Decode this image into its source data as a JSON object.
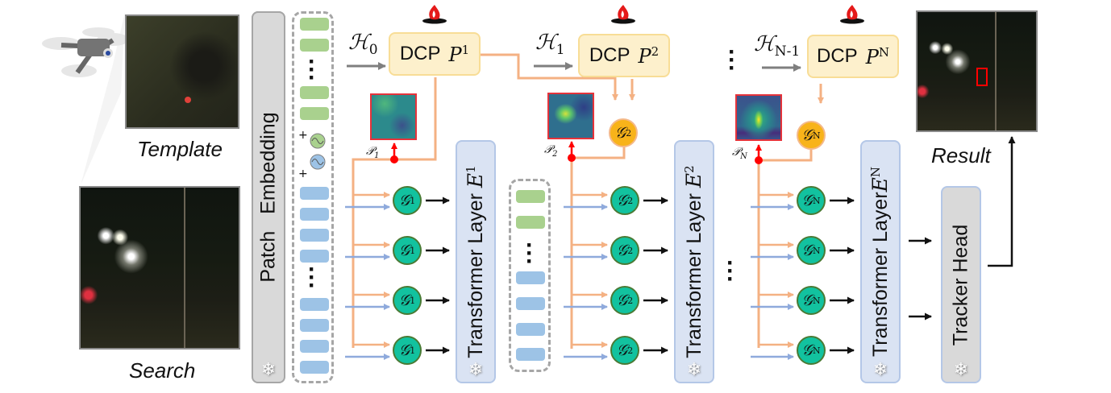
{
  "inputs": {
    "template_label": "Template",
    "search_label": "Search",
    "result_label": "Result"
  },
  "patch_embedding": {
    "label": "Patch   Embedding",
    "frozen": true
  },
  "tokens": {
    "template_tokens_icon": "green-token",
    "search_tokens_icon": "blue-token",
    "pos_embed_plus": "+",
    "ellipsis": "⋮"
  },
  "dcp_blocks": [
    {
      "name": "DCP",
      "prompt": "P",
      "index": "1",
      "hidden_in": "ℋ",
      "hidden_sub": "0",
      "trainable": true
    },
    {
      "name": "DCP",
      "prompt": "P",
      "index": "2",
      "hidden_in": "ℋ",
      "hidden_sub": "1",
      "trainable": true
    },
    {
      "name": "DCP",
      "prompt": "P",
      "index": "N",
      "hidden_in": "ℋ",
      "hidden_sub": "N-1",
      "trainable": true
    }
  ],
  "prompt_maps": [
    {
      "symbol": "𝒫",
      "sub": "1"
    },
    {
      "symbol": "𝒫",
      "sub": "2"
    },
    {
      "symbol": "𝒫",
      "sub": "N"
    }
  ],
  "gates": [
    {
      "symbol": "𝒢",
      "sup": "1"
    },
    {
      "symbol": "𝒢",
      "sup": "2"
    },
    {
      "symbol": "𝒢",
      "sup": "N"
    }
  ],
  "transformer_layers": [
    {
      "label": "Transformer Layer ",
      "symbol": "E",
      "sup": "1",
      "frozen": true
    },
    {
      "label": "Transformer Layer ",
      "symbol": "E",
      "sup": "2",
      "frozen": true
    },
    {
      "label": "Transformer Layer",
      "symbol": "E",
      "sup": "N",
      "frozen": true
    }
  ],
  "tracker_head": {
    "label": "Tracker Head",
    "frozen": true
  },
  "icons": {
    "trainable": "fire-icon",
    "frozen": "snowflake-icon",
    "frozen_glyph": "❄",
    "vdots": "⋮"
  },
  "colors": {
    "teal_gate": "#12c29f",
    "orange_gate": "#f8b31a",
    "dcp_fill": "#fdf0cc",
    "transformer_fill": "#dae3f3",
    "frozen_fill": "#d9d9d9",
    "orange_line": "#f4b183",
    "blue_line": "#8faadc",
    "red_tap": "#ff0000"
  }
}
